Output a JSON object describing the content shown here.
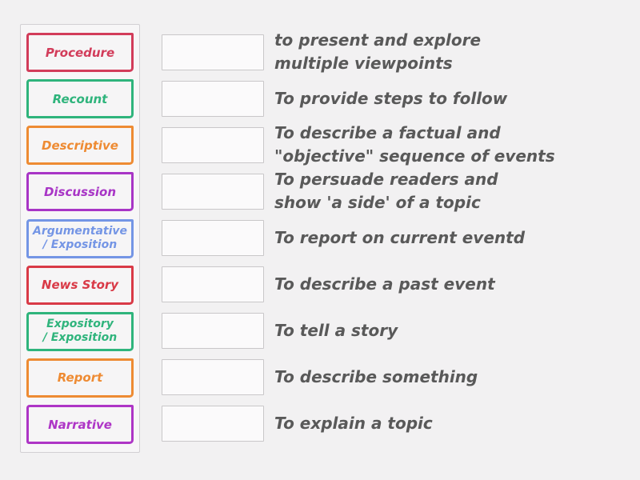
{
  "page": {
    "background": "#f2f1f2",
    "panel_background": "#f7f6f7",
    "drop_zone_border": "#c9c7c9",
    "definition_text_color": "#595959"
  },
  "tiles": [
    {
      "label": "Procedure",
      "color": "#d23c5a"
    },
    {
      "label": "Recount",
      "color": "#2fb47c"
    },
    {
      "label": "Descriptive",
      "color": "#ee8b33"
    },
    {
      "label": "Discussion",
      "color": "#a835c6"
    },
    {
      "label": "Argumentative / Exposition",
      "line1": "Argumentative",
      "line2": "/ Exposition",
      "color": "#7495e5"
    },
    {
      "label": "News Story",
      "color": "#d93a47"
    },
    {
      "label": "Expository / Exposition",
      "line1": "Expository",
      "line2": "/ Exposition",
      "color": "#2fb47c"
    },
    {
      "label": "Report",
      "color": "#ee8b33"
    },
    {
      "label": "Narrative",
      "color": "#ae35c6"
    }
  ],
  "definitions": [
    {
      "text": "to present and explore multiple viewpoints",
      "line1": "to present and explore",
      "line2": "multiple viewpoints"
    },
    {
      "text": "To provide steps to follow",
      "line1": "To provide steps to follow",
      "line2": ""
    },
    {
      "text": "To describe a factual and \"objective\" sequence of events",
      "line1": "To describe a factual and",
      "line2": "\"objective\" sequence of events"
    },
    {
      "text": "To persuade readers and show 'a side' of a topic",
      "line1": "To persuade readers and",
      "line2": "show 'a side' of a topic"
    },
    {
      "text": "To report on current eventd",
      "line1": "To report on current eventd",
      "line2": ""
    },
    {
      "text": "To describe a past event",
      "line1": "To describe a past event",
      "line2": ""
    },
    {
      "text": "To tell a story",
      "line1": "To tell a story",
      "line2": ""
    },
    {
      "text": "To describe something",
      "line1": "To describe something",
      "line2": ""
    },
    {
      "text": "To explain a topic",
      "line1": "To explain a topic",
      "line2": ""
    }
  ]
}
